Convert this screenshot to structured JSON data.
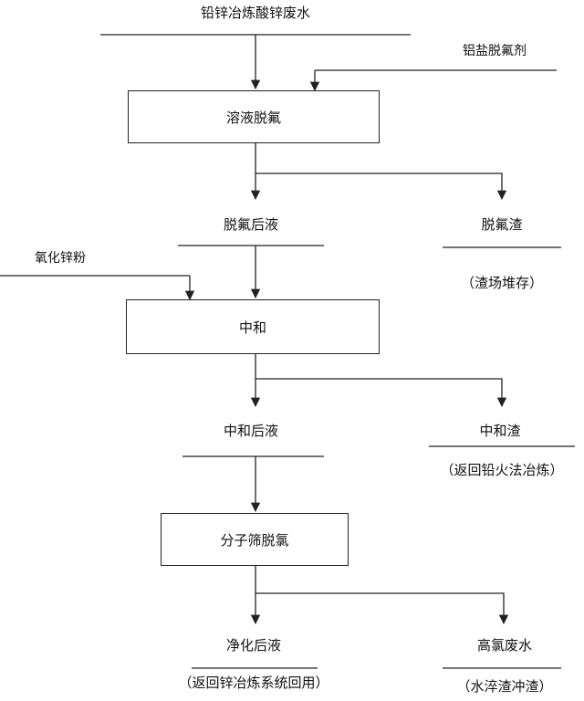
{
  "nodes": {
    "feed": "铅锌冶炼酸锌废水",
    "reagent1": "铝盐脱氟剂",
    "step1": "溶液脱氟",
    "liquid1": "脱氟后液",
    "residue1": "脱氟渣",
    "residue1_note": "（渣场堆存）",
    "reagent2": "氧化锌粉",
    "step2": "中和",
    "liquid2": "中和后液",
    "residue2": "中和渣",
    "residue2_note": "（返回铅火法冶炼）",
    "step3": "分子筛脱氯",
    "liquid3": "净化后液",
    "liquid3_note": "（返回锌冶炼系统回用）",
    "residue3": "高氯废水",
    "residue3_note": "（水淬渣冲渣）"
  },
  "colors": {
    "line": "#222222",
    "text": "#111111"
  }
}
